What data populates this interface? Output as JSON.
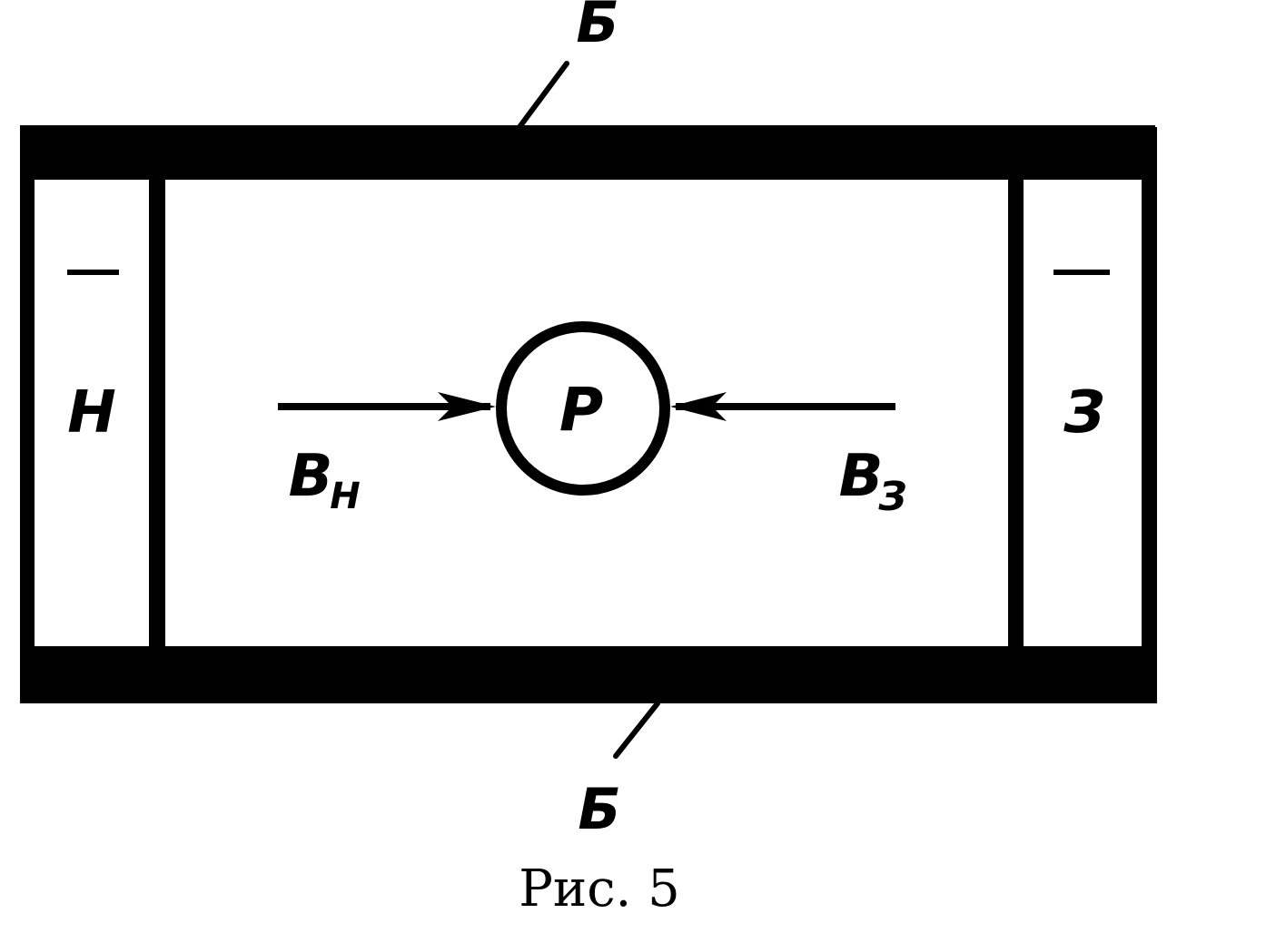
{
  "diagram": {
    "label_top": "Б",
    "label_bottom": "Б",
    "label_left": "Н",
    "label_right": "З",
    "center_label": "Р",
    "arrow_left_label_main": "В",
    "arrow_left_label_sub": "Н",
    "arrow_right_label_main": "В",
    "arrow_right_label_sub": "З",
    "caption": "Рис. 5"
  }
}
